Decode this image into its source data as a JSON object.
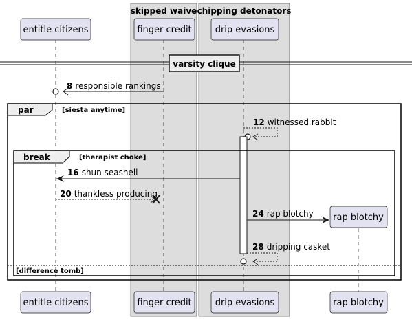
{
  "boxes": {
    "skipped_waive": "skipped waive",
    "chipping_detonators": "chipping detonators"
  },
  "participants": {
    "entitle_citizens": "entitle citizens",
    "finger_credit": "finger credit",
    "drip_evasions": "drip evasions",
    "rap_blotchy": "rap blotchy"
  },
  "divider": "varsity clique",
  "fragments": {
    "par_keyword": "par",
    "par_guard": "[siesta anytime]",
    "break_keyword": "break",
    "break_guard": "[therapist choke]",
    "else_guard": "[difference tomb]"
  },
  "messages": [
    {
      "num": "8",
      "text": "responsible rankings"
    },
    {
      "num": "12",
      "text": "witnessed rabbit"
    },
    {
      "num": "16",
      "text": "shun seashell"
    },
    {
      "num": "20",
      "text": "thankless producing"
    },
    {
      "num": "24",
      "text": "rap blotchy"
    },
    {
      "num": "28",
      "text": "dripping casket"
    }
  ],
  "colors": {
    "participant_fill": "#E2E2F0",
    "participant_stroke": "#181818",
    "box_fill": "#DDDDDD",
    "line": "#181818"
  }
}
